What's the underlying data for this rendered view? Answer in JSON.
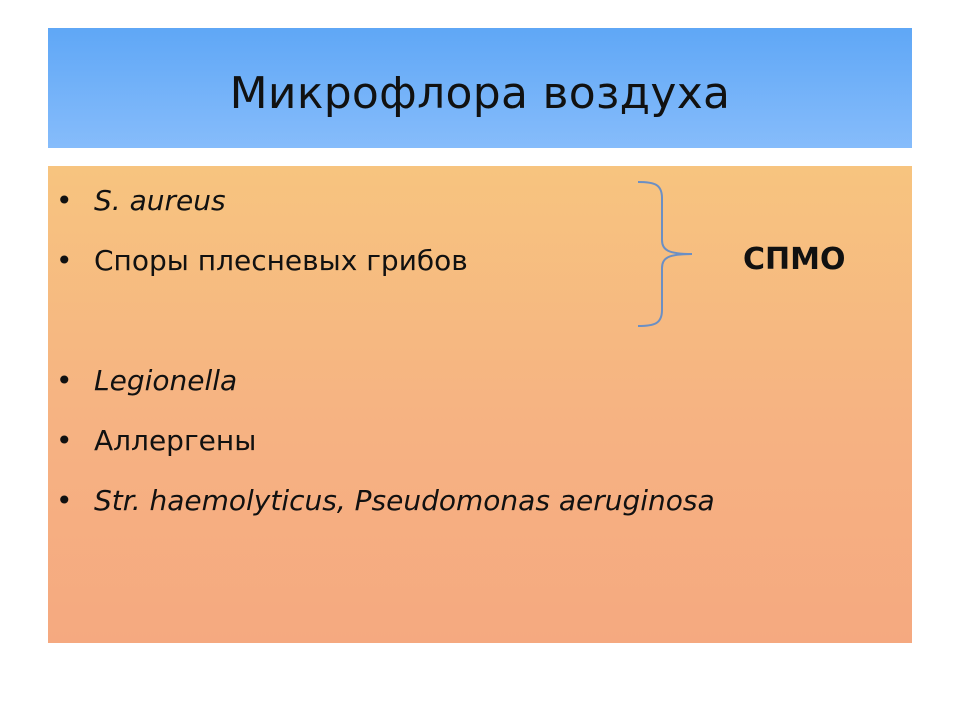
{
  "slide": {
    "title": "Микрофлора воздуха",
    "bullets": [
      {
        "text": "S. aureus",
        "italic": true
      },
      {
        "text": "Споры плесневых грибов",
        "italic": false
      },
      {
        "text": "Legionella",
        "italic": true
      },
      {
        "text": "Аллергены",
        "italic": false
      },
      {
        "text": "Str. haemolyticus, Pseudomonas aeruginosa",
        "italic": true
      }
    ],
    "bracket_label": "СПМО",
    "bullet_char": "•"
  },
  "colors": {
    "title_band_top": "#5fa7f6",
    "title_band_bottom": "#86bcfb",
    "content_top": "#f7c47f",
    "content_bottom": "#f5a980",
    "brace_stroke": "#6b8fc4"
  }
}
